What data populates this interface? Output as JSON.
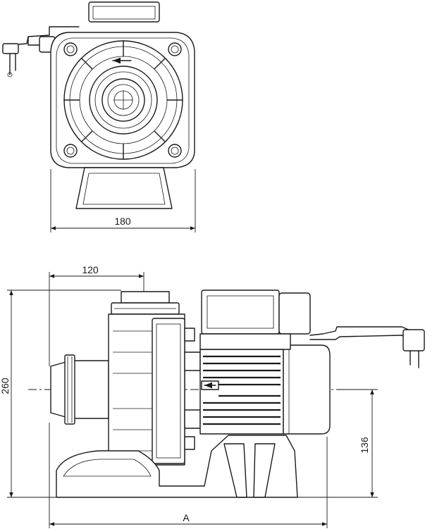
{
  "dimensions": {
    "front_width": "180",
    "side_center_offset": "120",
    "total_height": "260",
    "shaft_height": "136",
    "total_length": "A"
  }
}
